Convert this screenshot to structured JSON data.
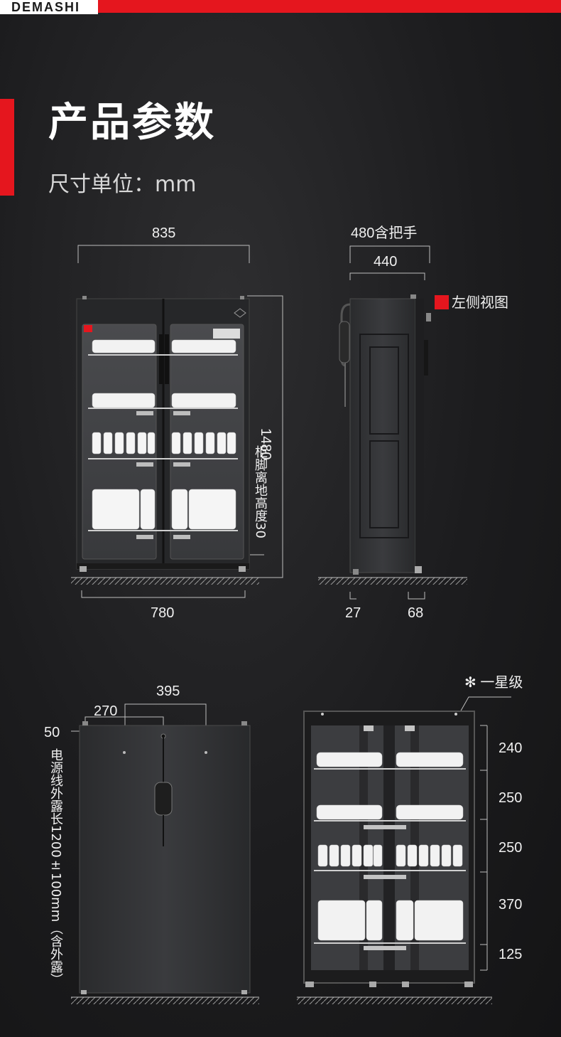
{
  "header": {
    "brand": "DEMASHI",
    "title": "产品参数",
    "unit_label": "尺寸单位：mm"
  },
  "front_view": {
    "width_top": "835",
    "width_bottom": "780",
    "height": "1480",
    "leg_clearance": "柜脚离地高度30"
  },
  "side_view": {
    "label": "左侧视图",
    "depth_with_handle": "480含把手",
    "depth": "440",
    "foot_front": "27",
    "foot_back": "68"
  },
  "back_view": {
    "dist_395": "395",
    "dist_270": "270",
    "dist_50": "50",
    "cable_note": "电源线外露长1200±100mm（含外露）"
  },
  "interior_view": {
    "star_label": "一星级",
    "shelf_heights": [
      "240",
      "250",
      "250",
      "370",
      "125"
    ]
  },
  "colors": {
    "accent": "#e5161e",
    "cabinet": "#2b2c2e"
  }
}
